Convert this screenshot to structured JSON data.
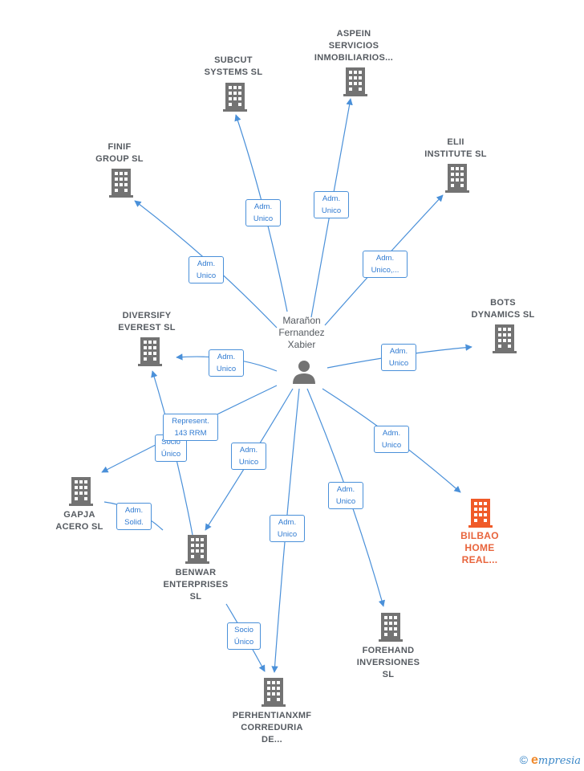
{
  "person": {
    "name": "Marañon\nFernandez\nXabier",
    "icon": "person-icon"
  },
  "companies": [
    {
      "key": "aspein",
      "name": "ASPEIN\nSERVICIOS\nINMOBILIARIOS...",
      "icon": "building-icon"
    },
    {
      "key": "subcut",
      "name": "SUBCUT\nSYSTEMS  SL",
      "icon": "building-icon"
    },
    {
      "key": "finif",
      "name": "FINIF\nGROUP  SL",
      "icon": "building-icon"
    },
    {
      "key": "elii",
      "name": "ELII\nINSTITUTE  SL",
      "icon": "building-icon"
    },
    {
      "key": "bots",
      "name": "BOTS\nDYNAMICS  SL",
      "icon": "building-icon"
    },
    {
      "key": "diversify",
      "name": "DIVERSIFY\nEVEREST  SL",
      "icon": "building-icon"
    },
    {
      "key": "gapja",
      "name": "GAPJA\nACERO  SL",
      "icon": "building-icon"
    },
    {
      "key": "benwar",
      "name": "BENWAR\nENTERPRISES\nSL",
      "icon": "building-icon"
    },
    {
      "key": "bilbao",
      "name": "BILBAO\nHOME\nREAL...",
      "icon": "building-icon",
      "highlight": true
    },
    {
      "key": "forehand",
      "name": "FOREHAND\nINVERSIONES\nSL",
      "icon": "building-icon"
    },
    {
      "key": "perhentian",
      "name": "PERHENTIANXMF\nCORREDURIA\nDE...",
      "icon": "building-icon"
    }
  ],
  "relations": {
    "subcut": "Adm.\nUnico",
    "aspein": "Adm.\nUnico",
    "finif": "Adm.\nUnico",
    "elii": "Adm.\nUnico,...",
    "diversify": "Adm.\nUnico",
    "bots": "Adm.\nUnico",
    "represent": "Represent.\n143 RRM",
    "socio_diversify": "Socio\nÚnico",
    "benwar": "Adm.\nUnico",
    "bilbao": "Adm.\nUnico",
    "forehand": "Adm.\nUnico",
    "perhentian": "Adm.\nUnico",
    "gapja": "Adm.\nSolid.",
    "socio_perhentian": "Socio\nÚnico"
  },
  "colors": {
    "edge": "#4a90d9",
    "node": "#737373",
    "highlight": "#f05a28",
    "label": "#555a60"
  },
  "footer": {
    "copyright": "©",
    "brand_first": "e",
    "brand_rest": "mpresia"
  }
}
